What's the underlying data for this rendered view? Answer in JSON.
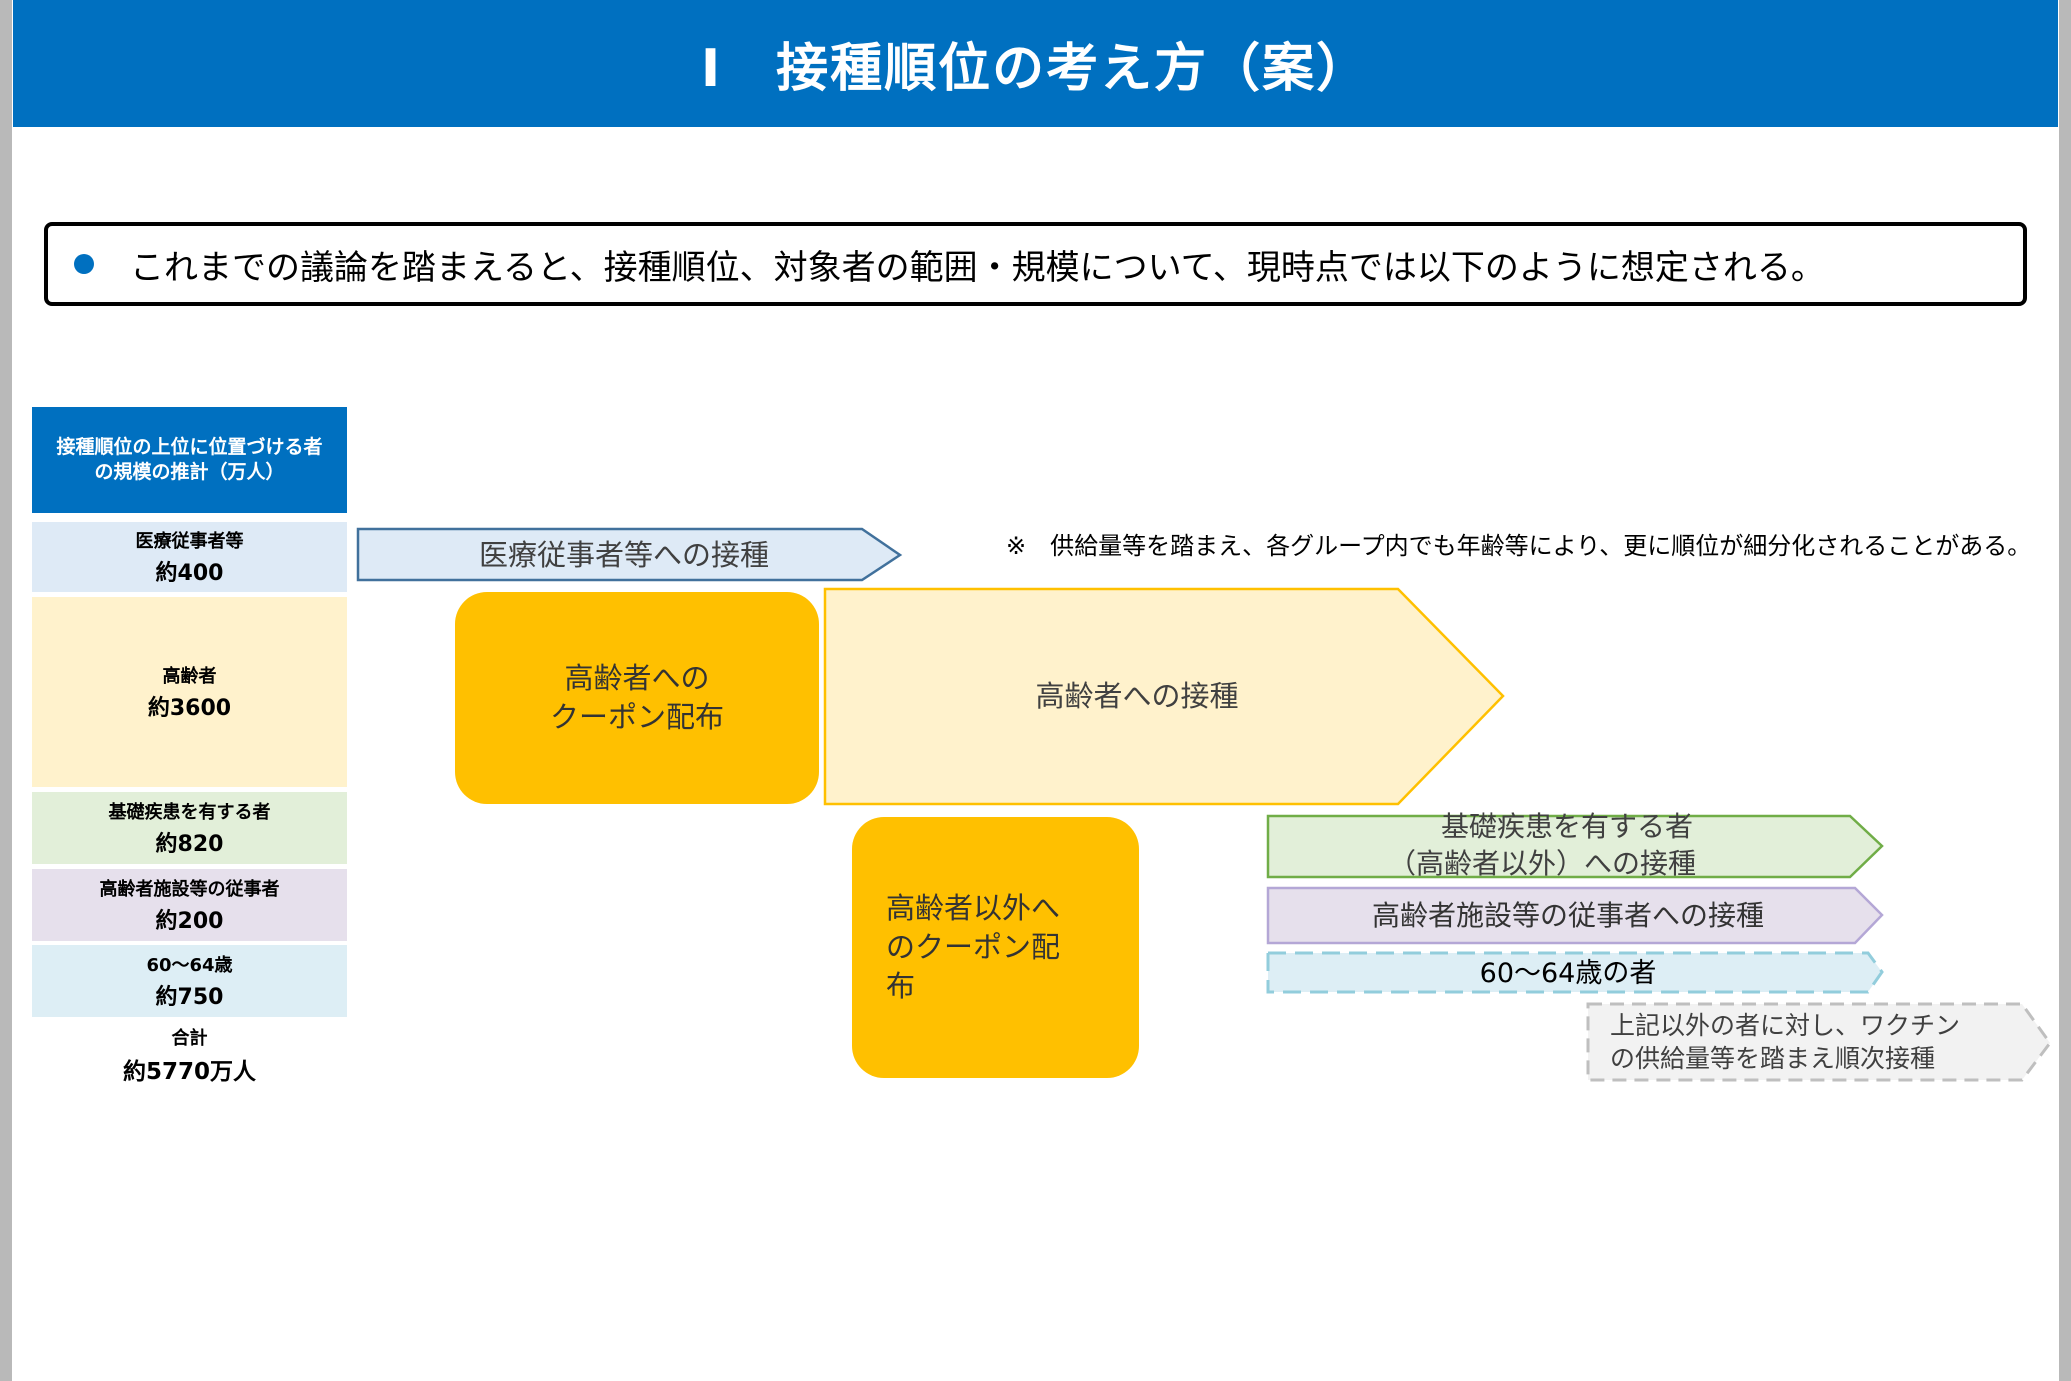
{
  "header": {
    "title": "Ⅰ　接種順位の考え方（案）"
  },
  "summary": {
    "text": "これまでの議論を踏まえると、接種順位、対象者の範囲・規模について、現時点では以下のように想定される。"
  },
  "sidebar": {
    "header": "接種順位の上位に位置づける者\nの規模の推計（万人）",
    "rows": [
      {
        "name": "医療従事者等",
        "count": "約400",
        "color": "#deeaf6"
      },
      {
        "name": "高齢者",
        "count": "約3600",
        "color": "#fff2cc"
      },
      {
        "name": "基礎疾患を有する者",
        "count": "約820",
        "color": "#e2efd9"
      },
      {
        "name": "高齢者施設等の従事者",
        "count": "約200",
        "color": "#e6e0ec"
      },
      {
        "name": "60～64歳",
        "count": "約750",
        "color": "#ddeef5"
      }
    ],
    "total": {
      "name": "合計",
      "count": "約5770万人"
    }
  },
  "note": "※　供給量等を踏まえ、各グループ内でも年齢等により、更に順位が細分化されることがある。",
  "arrows": {
    "medical": "医療従事者等への接種",
    "elderly": "高齢者への接種",
    "underlying_line1": "基礎疾患を有する者",
    "underlying_line2": "（高齢者以外）への接種",
    "facility": "高齢者施設等の従事者への接種",
    "age60": "60～64歳の者",
    "others_line1": "上記以外の者に対し、ワクチン",
    "others_line2": "の供給量等を踏まえ順次接種"
  },
  "coupons": {
    "elderly": "高齢者への\nクーポン配布",
    "non_elderly": "高齢者以外へ\nのクーポン配\n布"
  },
  "colors": {
    "brand_blue": "#0070c0",
    "coupon": "#ffc000",
    "medical_fill": "#deeaf6",
    "medical_stroke": "#41719c",
    "elderly_fill": "#fff2cc",
    "elderly_stroke": "#ffc000",
    "underlying_fill": "#e2efd9",
    "underlying_stroke": "#70ad47",
    "facility_fill": "#e6e0ec",
    "facility_stroke": "#b4a7d6",
    "age60_fill": "#ddeef5",
    "age60_stroke": "#92cddc",
    "others_fill": "#f2f2f2",
    "others_stroke": "#bfbfbf"
  }
}
